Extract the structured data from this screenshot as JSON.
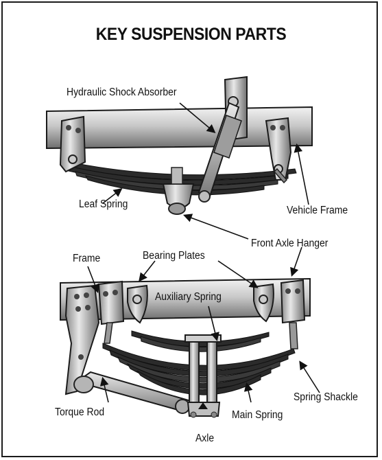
{
  "title": "KEY SUSPENSION PARTS",
  "labels": {
    "shock": "Hydraulic Shock Absorber",
    "leaf_spring": "Leaf Spring",
    "vehicle_frame": "Vehicle Frame",
    "front_axle_hanger": "Front Axle Hanger",
    "frame": "Frame",
    "bearing_plates": "Bearing Plates",
    "auxiliary_spring": "Auxiliary Spring",
    "torque_rod": "Torque Rod",
    "main_spring": "Main Spring",
    "spring_shackle": "Spring Shackle",
    "axle": "Axle"
  },
  "colors": {
    "outline": "#1a1a1a",
    "metal_light": "#e6e6e6",
    "metal_mid": "#a9a9a9",
    "metal_dark": "#5a5a5a",
    "spring_dark": "#2b2b2b"
  }
}
